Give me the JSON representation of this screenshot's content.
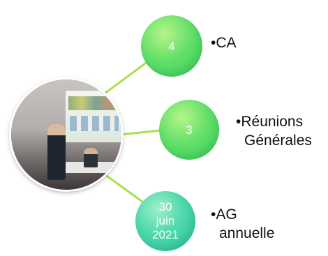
{
  "diagram": {
    "colors": {
      "connector": "#a7e04e",
      "node_green": "#4fd86a",
      "node_teal": "#3ccfa6",
      "text": "#111111"
    },
    "nodes": [
      {
        "value": "4",
        "label_lines": [
          "•CA"
        ]
      },
      {
        "value": "3",
        "label_lines": [
          "•Réunions",
          "Générales"
        ]
      },
      {
        "value_lines": [
          "30",
          "juin",
          "2021"
        ],
        "label_lines": [
          "•AG",
          "annuelle"
        ]
      }
    ]
  }
}
